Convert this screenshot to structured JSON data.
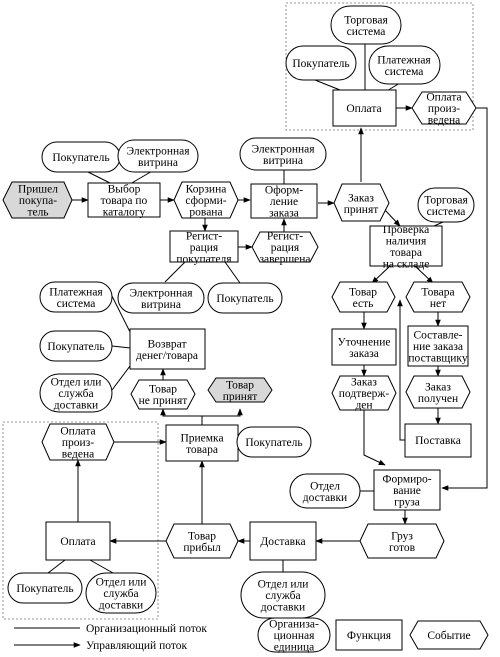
{
  "nodes": {
    "trade_top": [
      "Торговая",
      "система"
    ],
    "buyer_top": [
      "Покупатель"
    ],
    "pay_sys_top": [
      "Платежная",
      "система"
    ],
    "payment_top": [
      "Оплата"
    ],
    "paid_top": [
      "Оплата",
      "произ-",
      "ведена"
    ],
    "buyer_l1": [
      "Покупатель"
    ],
    "vitrina_1": [
      "Электронная",
      "витрина"
    ],
    "vitrina_2": [
      "Электронная",
      "витрина"
    ],
    "came": [
      "Пришел",
      "покупа-",
      "тель"
    ],
    "choose": [
      "Выбор",
      "товара по",
      "каталогу"
    ],
    "cart": [
      "Корзина",
      "сформи-",
      "рована"
    ],
    "checkout": [
      "Оформ-",
      "ление",
      "заказа"
    ],
    "order_ok": [
      "Заказ",
      "принят"
    ],
    "trade_right": [
      "Торговая",
      "система"
    ],
    "check_stock": [
      "Проверка",
      "наличия",
      "товара",
      "на складе"
    ],
    "reg_buyer": [
      "Регист-",
      "рация",
      "покупателя"
    ],
    "reg_done": [
      "Регист-",
      "рация",
      "завершена"
    ],
    "vitrina_3": [
      "Электронная",
      "витрина"
    ],
    "buyer_m": [
      "Покупатель"
    ],
    "in_stock": [
      "Товар",
      "есть"
    ],
    "no_stock": [
      "Товара",
      "нет"
    ],
    "pay_sys_l": [
      "Платежная",
      "система"
    ],
    "refine": [
      "Уточнение",
      "заказа"
    ],
    "supplier_order": [
      "Составле-",
      "ние заказа",
      "поставщику"
    ],
    "buyer_l2": [
      "Покупатель"
    ],
    "refund": [
      "Возврат",
      "денег/товара"
    ],
    "confirmed": [
      "Заказ",
      "подтверж-",
      "ден"
    ],
    "received": [
      "Заказ",
      "получен"
    ],
    "dept_l": [
      "Отдел или",
      "служба",
      "доставки"
    ],
    "rejected": [
      "Товар",
      "не принят"
    ],
    "accepted": [
      "Товар",
      "принят"
    ],
    "supply": [
      "Поставка"
    ],
    "paid_bottom": [
      "Оплата",
      "произ-",
      "ведена"
    ],
    "acceptance": [
      "Приемка",
      "товара"
    ],
    "buyer_r": [
      "Покупатель"
    ],
    "dept_deliv": [
      "Отдел",
      "доставки"
    ],
    "form_cargo": [
      "Формиро-",
      "вание",
      "груза"
    ],
    "payment_bottom": [
      "Оплата"
    ],
    "arrived": [
      "Товар",
      "прибыл"
    ],
    "delivery": [
      "Доставка"
    ],
    "cargo_ready": [
      "Груз",
      "готов"
    ],
    "dept_bottom": [
      "Отдел или",
      "служба",
      "доставки"
    ],
    "buyer_bottom": [
      "Покупатель"
    ],
    "dept_bottom2": [
      "Отдел или",
      "служба",
      "доставки"
    ]
  },
  "legend": {
    "org_flow": "Организационный поток",
    "ctrl_flow": "Управляющий поток",
    "org_unit": [
      "Организа-",
      "ционная",
      "единица"
    ],
    "function": [
      "Функция"
    ],
    "event": [
      "Событие"
    ]
  }
}
